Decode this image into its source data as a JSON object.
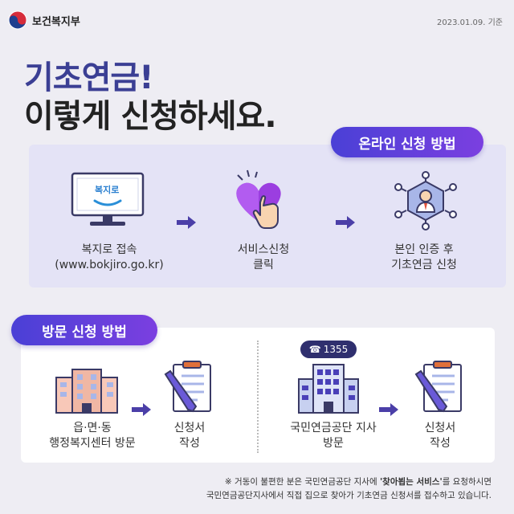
{
  "header": {
    "ministry_name": "보건복지부",
    "date": "2023.01.09. 기준"
  },
  "title": {
    "line1": "기초연금!",
    "line2": "이렇게 신청하세요."
  },
  "online": {
    "badge": "온라인 신청 방법",
    "monitor_text": "복지로",
    "steps": [
      {
        "line1": "복지로 접속",
        "line2": "(www.bokjiro.go.kr)"
      },
      {
        "line1": "서비스신청",
        "line2": "클릭"
      },
      {
        "line1": "본인 인증 후",
        "line2": "기초연금 신청"
      }
    ]
  },
  "visit": {
    "badge": "방문 신청 방법",
    "phone": "1355",
    "steps": [
      {
        "line1": "읍·면·동",
        "line2": "행정복지센터 방문"
      },
      {
        "line1": "신청서",
        "line2": "작성"
      },
      {
        "line1": "국민연금공단 지사",
        "line2": "방문"
      },
      {
        "line1": "신청서",
        "line2": "작성"
      }
    ]
  },
  "footnote": {
    "l1_a": "※ 거동이 불편한 분은 국민연금공단 지사에 ",
    "l1_b": "'찾아뵙는 서비스'",
    "l1_c": "를 요청하시면",
    "l2": "국민연금공단지사에서 직접 집으로 찾아가 기초연금 신청서를 접수하고 있습니다."
  },
  "colors": {
    "title_accent": "#3b3f94",
    "pill_start": "#4a40d6",
    "pill_end": "#7b3fe0",
    "arrow": "#4b3fa8",
    "online_panel": "#e4e3f6"
  }
}
